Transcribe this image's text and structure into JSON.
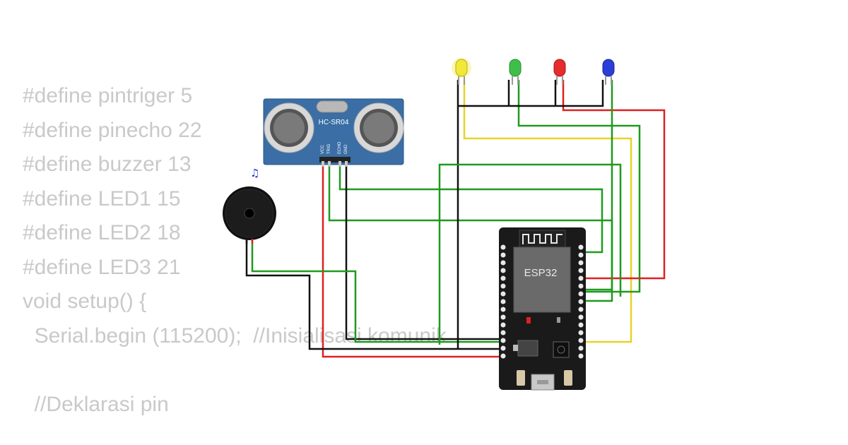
{
  "code_lines": [
    "#define pintriger 5",
    "#define pinecho 22",
    "#define buzzer 13",
    "#define LED1 15",
    "#define LED2 18",
    "#define LED3 21",
    "void setup() {",
    "  Serial.begin (115200);  //Inisialisasi komunik",
    "",
    "  //Deklarasi pin"
  ],
  "sensor": {
    "name": "HC-SR04",
    "pins": [
      "VCC",
      "TRIG",
      "ECHO",
      "GND"
    ]
  },
  "board": {
    "chip_label": "ESP32"
  },
  "icons": {
    "buzzer_note": "music-note-icon"
  },
  "colors": {
    "led_yellow": "#f2e83a",
    "led_green": "#3fbf4a",
    "led_red": "#e62c2c",
    "led_blue": "#2a3fd8",
    "wire_red": "#e02020",
    "wire_black": "#111111",
    "wire_green": "#1f9a1f",
    "wire_yellow": "#e8d22a",
    "sensor_blue": "#3a6ea5",
    "board_black": "#1a1a1a"
  }
}
